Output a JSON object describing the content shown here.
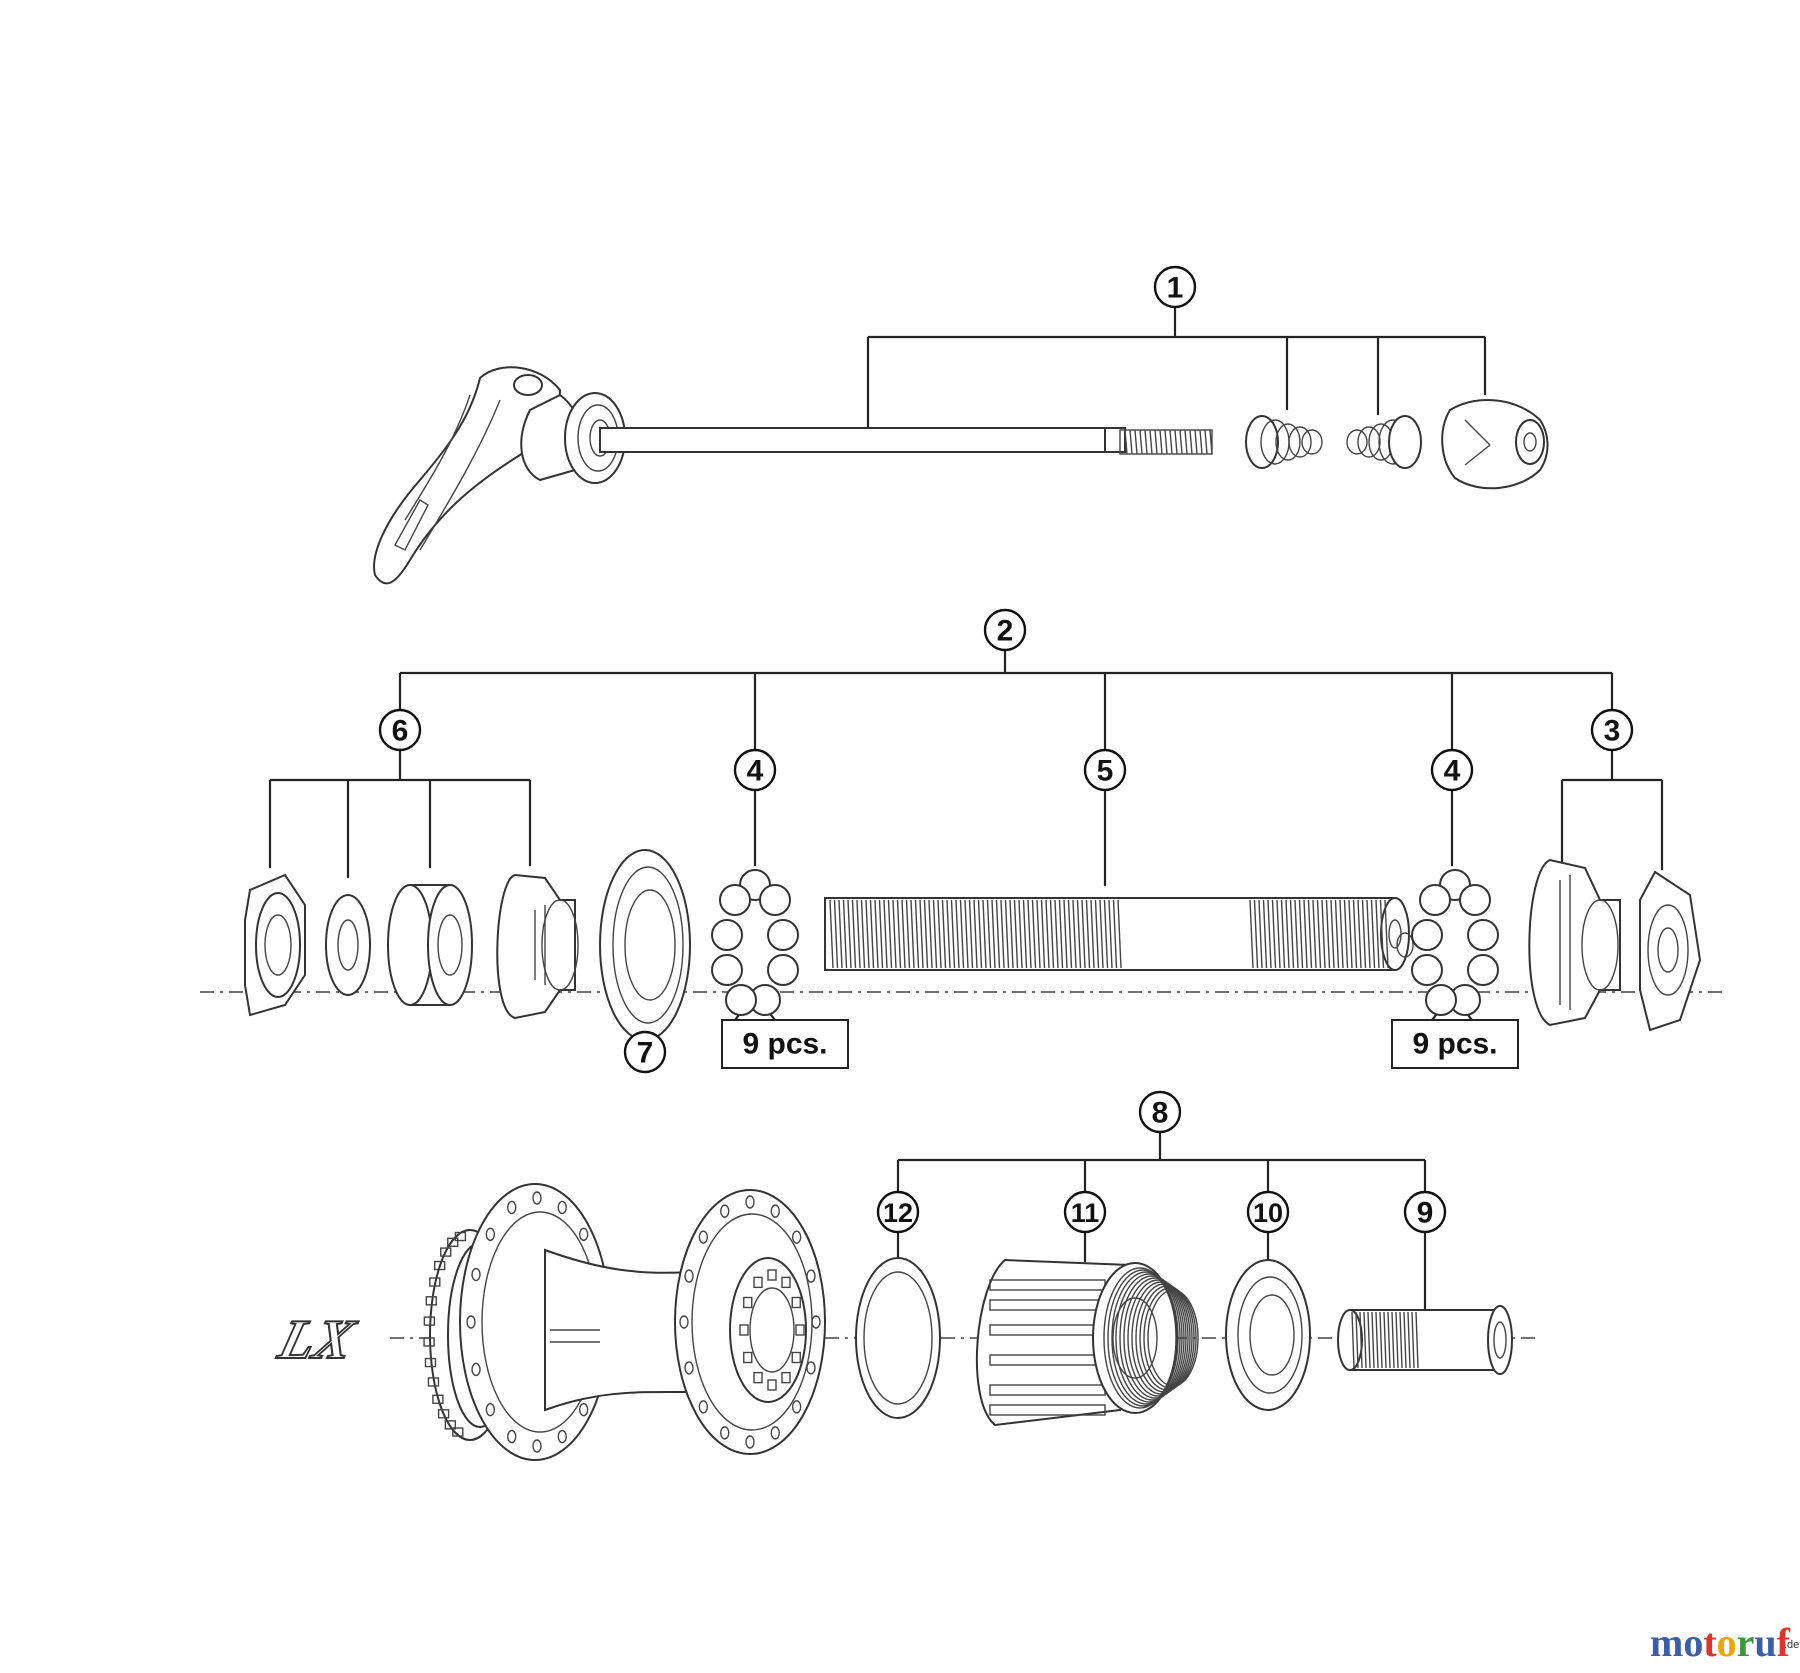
{
  "callouts": {
    "c1": "1",
    "c2": "2",
    "c3": "3",
    "c4a": "4",
    "c4b": "4",
    "c5": "5",
    "c6": "6",
    "c7": "7",
    "c8": "8",
    "c9": "9",
    "c10": "10",
    "c11": "11",
    "c12": "12"
  },
  "quantities": {
    "left_balls": "9 pcs.",
    "right_balls": "9 pcs."
  },
  "hub_logo": "LX",
  "watermark": {
    "letters": [
      "m",
      "o",
      "t",
      "o",
      "r",
      "u",
      "f"
    ],
    "letter_colors": [
      "#3a5fa8",
      "#3a5fa8",
      "#e0332b",
      "#f0a400",
      "#3a9a3a",
      "#3a5fa8",
      "#e0332b"
    ],
    "suffix": ".de"
  }
}
